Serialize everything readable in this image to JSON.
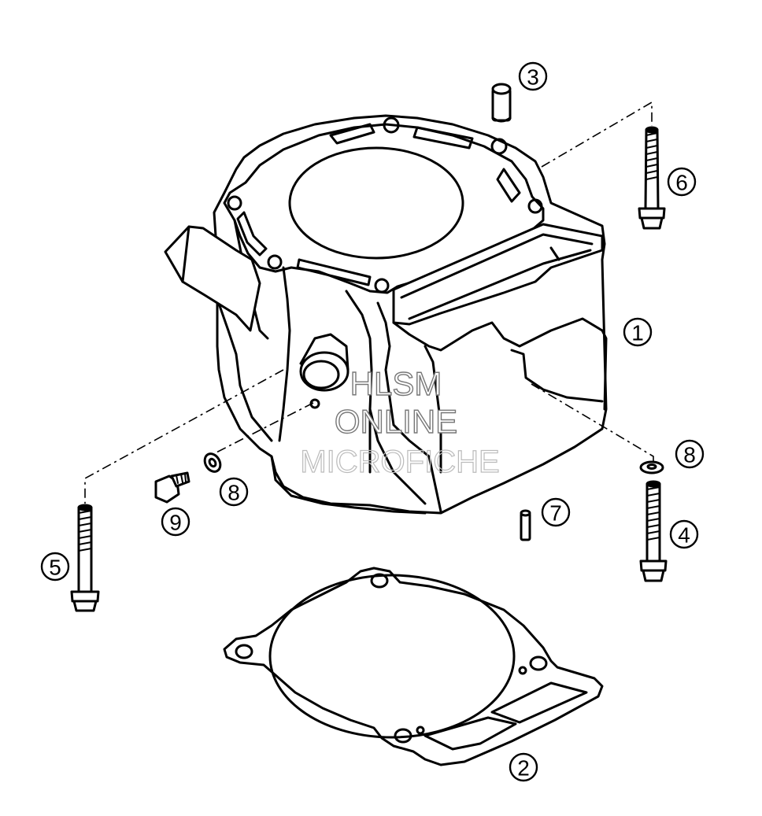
{
  "callouts": [
    {
      "id": "c1",
      "label": "1"
    },
    {
      "id": "c2",
      "label": "2"
    },
    {
      "id": "c3",
      "label": "3"
    },
    {
      "id": "c4",
      "label": "4"
    },
    {
      "id": "c5",
      "label": "5"
    },
    {
      "id": "c6",
      "label": "6"
    },
    {
      "id": "c7",
      "label": "7"
    },
    {
      "id": "c8a",
      "label": "8"
    },
    {
      "id": "c8b",
      "label": "8"
    },
    {
      "id": "c9",
      "label": "9"
    }
  ],
  "watermark": {
    "line1": "HLSM",
    "line2": "ONLINE",
    "line3": "MICROFICHE"
  }
}
